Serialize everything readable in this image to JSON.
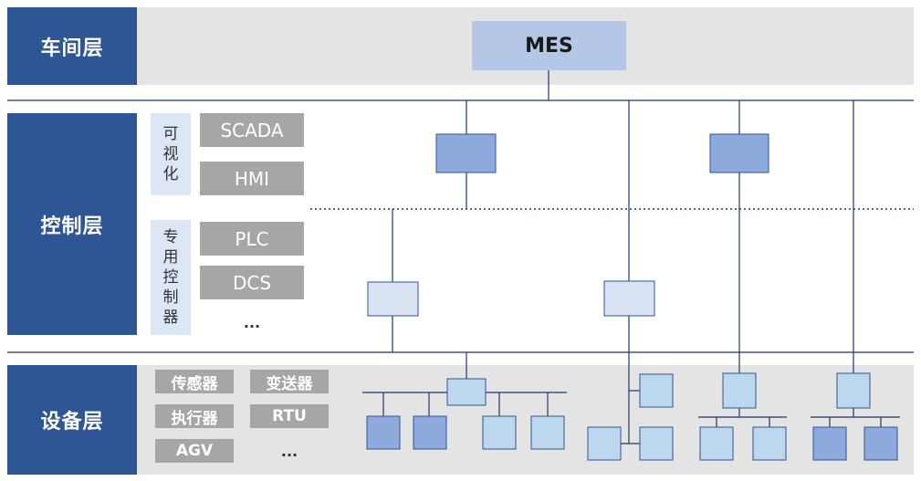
{
  "layers": {
    "workshop": "车间层",
    "control": "控制层",
    "device": "设备层"
  },
  "mes_label": "MES",
  "control_layer": {
    "visualization_tag": [
      "可",
      "视",
      "化"
    ],
    "visualization_items": [
      "SCADA",
      "HMI"
    ],
    "controller_tag": [
      "专",
      "用",
      "控",
      "制",
      "器"
    ],
    "controller_items": [
      "PLC",
      "DCS"
    ],
    "more": "..."
  },
  "device_layer": {
    "items": [
      "传感器",
      "变送器",
      "执行器",
      "RTU",
      "AGV"
    ],
    "more": "..."
  },
  "colors": {
    "layer_label": "#2e5594",
    "band": "#e4e4e4",
    "mes_box": "#b4c7e7",
    "node_dark": "#8ea9db",
    "node_light": "#dae3f3",
    "device_light": "#bdd7ee",
    "line": "#1f3864",
    "gray_box": "#a6a6a6"
  }
}
